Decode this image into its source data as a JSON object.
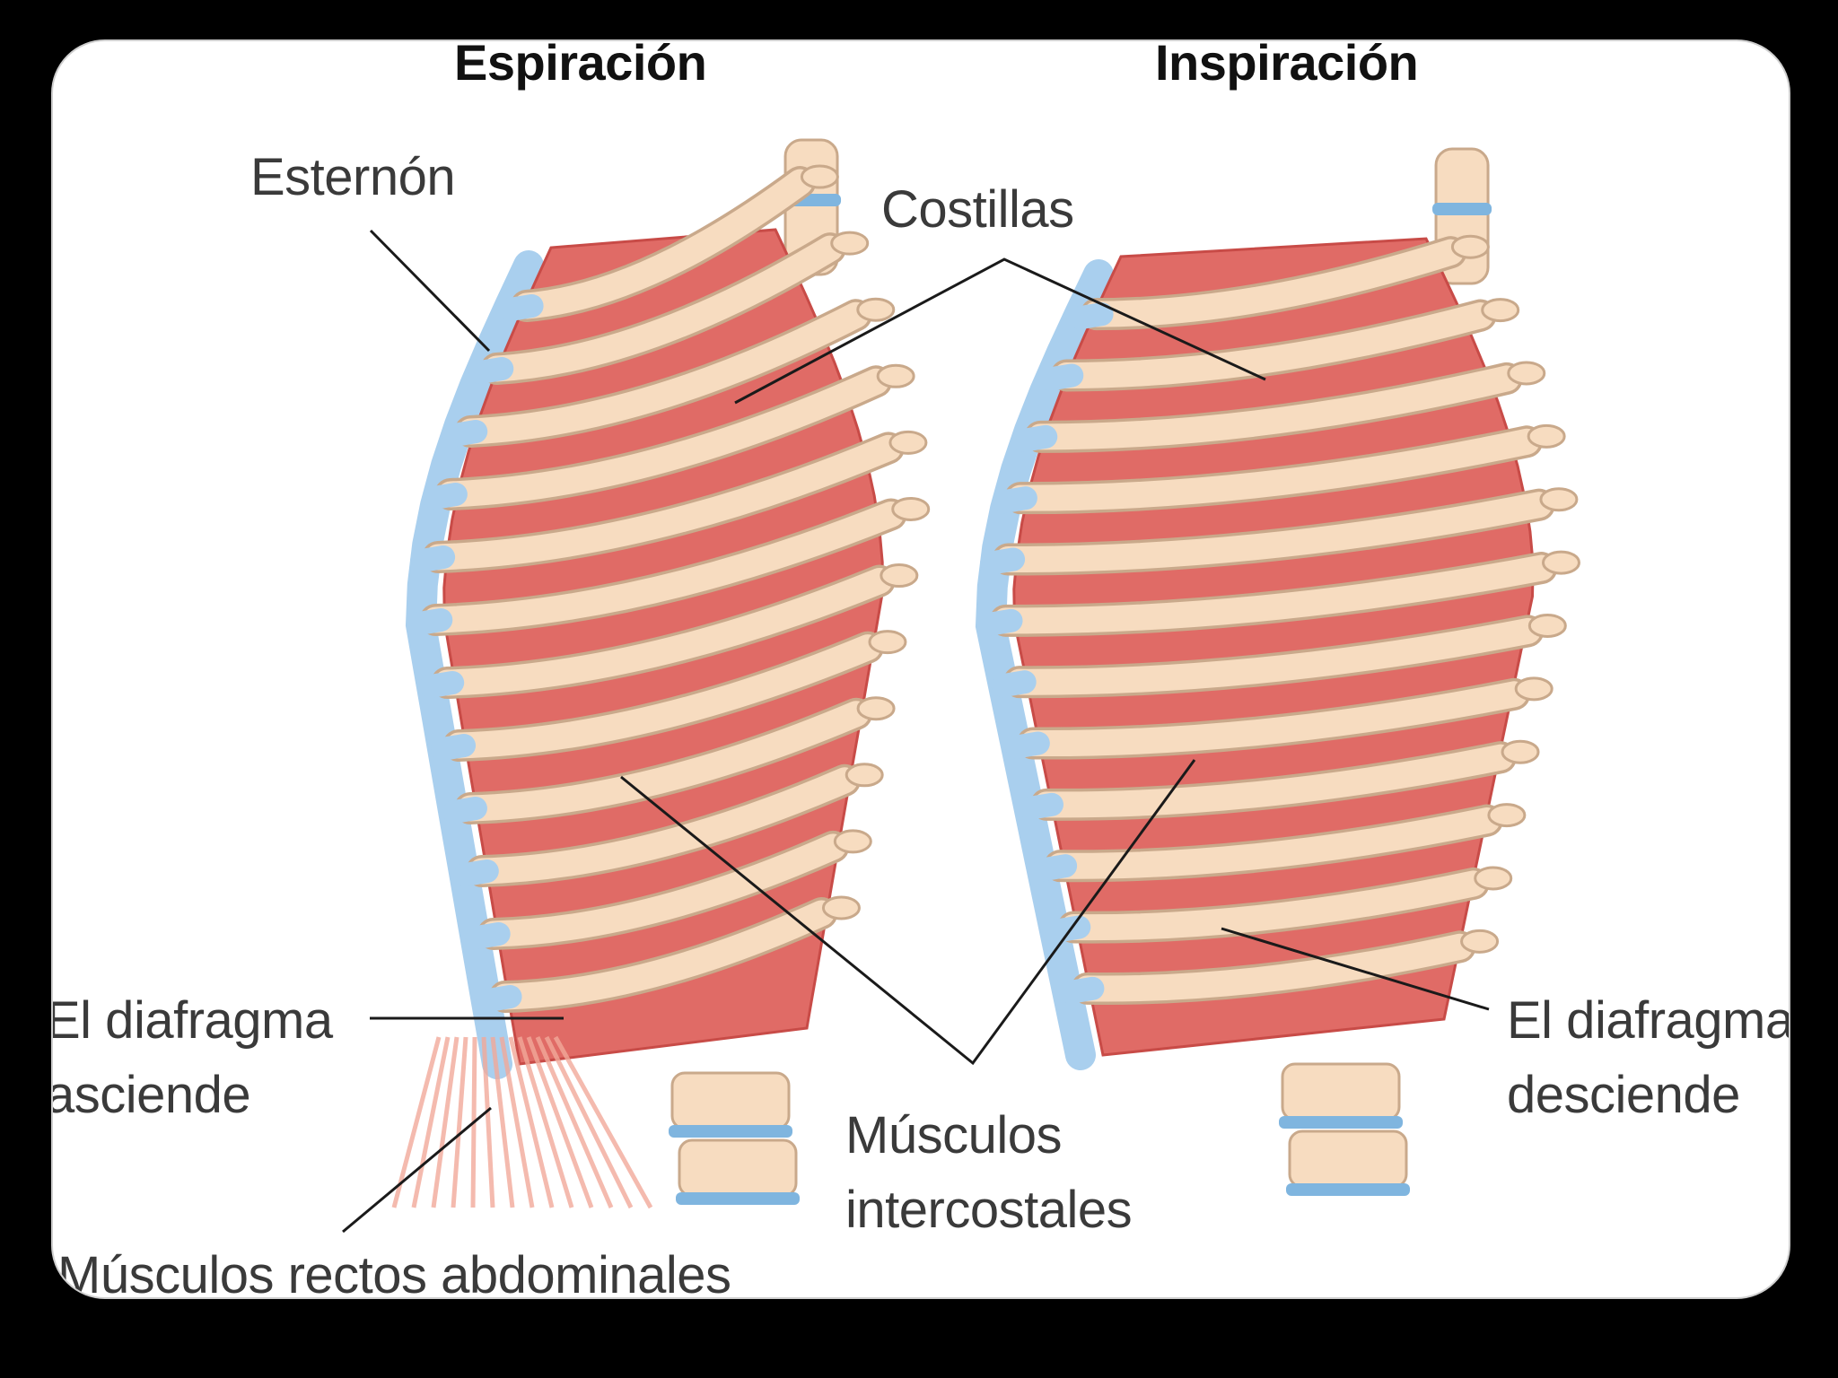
{
  "titles": {
    "left": "Espiración",
    "right": "Inspiración"
  },
  "labels": {
    "sternum": "Esternón",
    "ribs": "Costillas",
    "diaphragm_up_1": "El diafragma",
    "diaphragm_up_2": "asciende",
    "diaphragm_down_1": "El diafragma",
    "diaphragm_down_2": "desciende",
    "intercostal_1": "Músculos",
    "intercostal_2": "intercostales",
    "abdominal": "Músculos rectos abdominales"
  },
  "colors": {
    "bone": "#f7dcc0",
    "bone_outline": "#c9a98b",
    "muscle": "#e06b66",
    "muscle_dark": "#c84b47",
    "cartilage": "#a9cfee",
    "spine_disc": "#7fb5df",
    "leader_line": "#1a1a1a"
  }
}
